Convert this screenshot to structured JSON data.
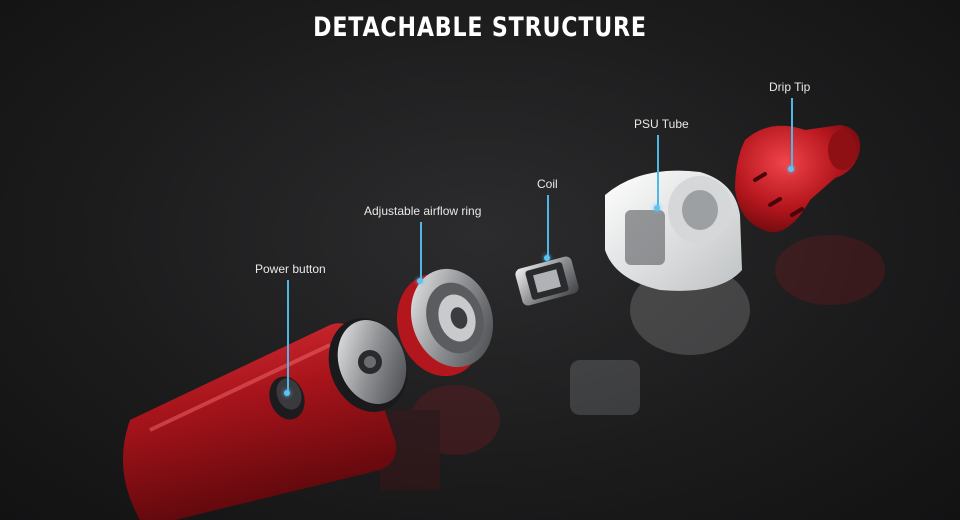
{
  "header": {
    "title": "DETACHABLE STRUCTURE"
  },
  "labels": {
    "power_button": "Power button",
    "airflow_ring": "Adjustable airflow ring",
    "coil": "Coil",
    "psu_tube": "PSU Tube",
    "drip_tip": "Drip Tip"
  },
  "colors": {
    "accent": "#5cc4f2",
    "body_red": "#b3161c",
    "background": "#1e1e1f"
  }
}
